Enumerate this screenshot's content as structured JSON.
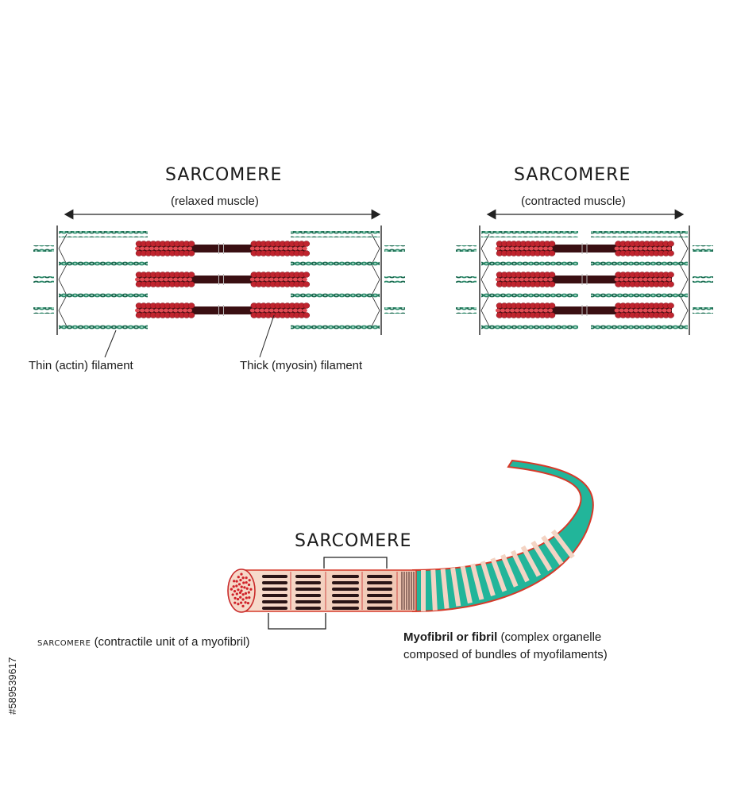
{
  "relaxed": {
    "title": "SARCOMERE",
    "subtitle": "(relaxed muscle)",
    "thin_label": "Thin (actin) filament",
    "thick_label": "Thick (myosin) filament"
  },
  "contracted": {
    "title": "SARCOMERE",
    "subtitle": "(contracted muscle)"
  },
  "myofibril": {
    "sarcomere_title": "SARCOMERE",
    "sarcomere_caption_caps": "SARCOMERE",
    "sarcomere_caption_rest": "(contractile unit of a myofibril)",
    "fibril_bold": "Myofibril or fibril",
    "fibril_rest_line1": "(complex organelle",
    "fibril_rest_line2": "composed of bundles of myofilaments)"
  },
  "stock_id": "#589539617",
  "colors": {
    "actin": "#1e6b52",
    "myosin_core": "#3a0f12",
    "myosin_head": "#c0242e",
    "fibril_teal": "#22b59a",
    "fibril_pink": "#f4d4c4",
    "fibril_edge": "#d63a2a"
  }
}
